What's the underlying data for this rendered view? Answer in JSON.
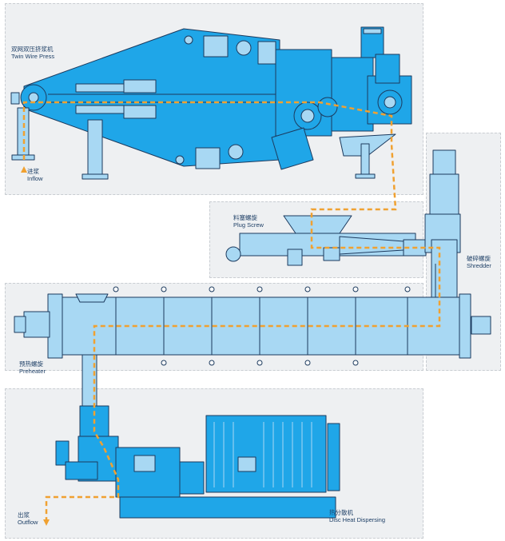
{
  "colors": {
    "machine_fill": "#1fa6e8",
    "machine_light": "#a8d8f3",
    "outline": "#1c3a5e",
    "flow_path": "#f0a131",
    "panel_bg": "#eef0f2"
  },
  "stages": {
    "twin_wire_press": {
      "zh": "双网双压挤浆机",
      "en": "Twin Wire Press"
    },
    "inflow": {
      "zh": "进浆",
      "en": "Inflow"
    },
    "plug_screw": {
      "zh": "料塞螺旋",
      "en": "Plug Screw"
    },
    "shredder": {
      "zh": "破碎螺旋",
      "en": "Shredder"
    },
    "preheater": {
      "zh": "预热螺旋",
      "en": "Preheater"
    },
    "outflow": {
      "zh": "出浆",
      "en": "Outflow"
    },
    "disc_heat_dispersing": {
      "zh": "热分散机",
      "en": "Disc Heat Dispersing"
    }
  }
}
